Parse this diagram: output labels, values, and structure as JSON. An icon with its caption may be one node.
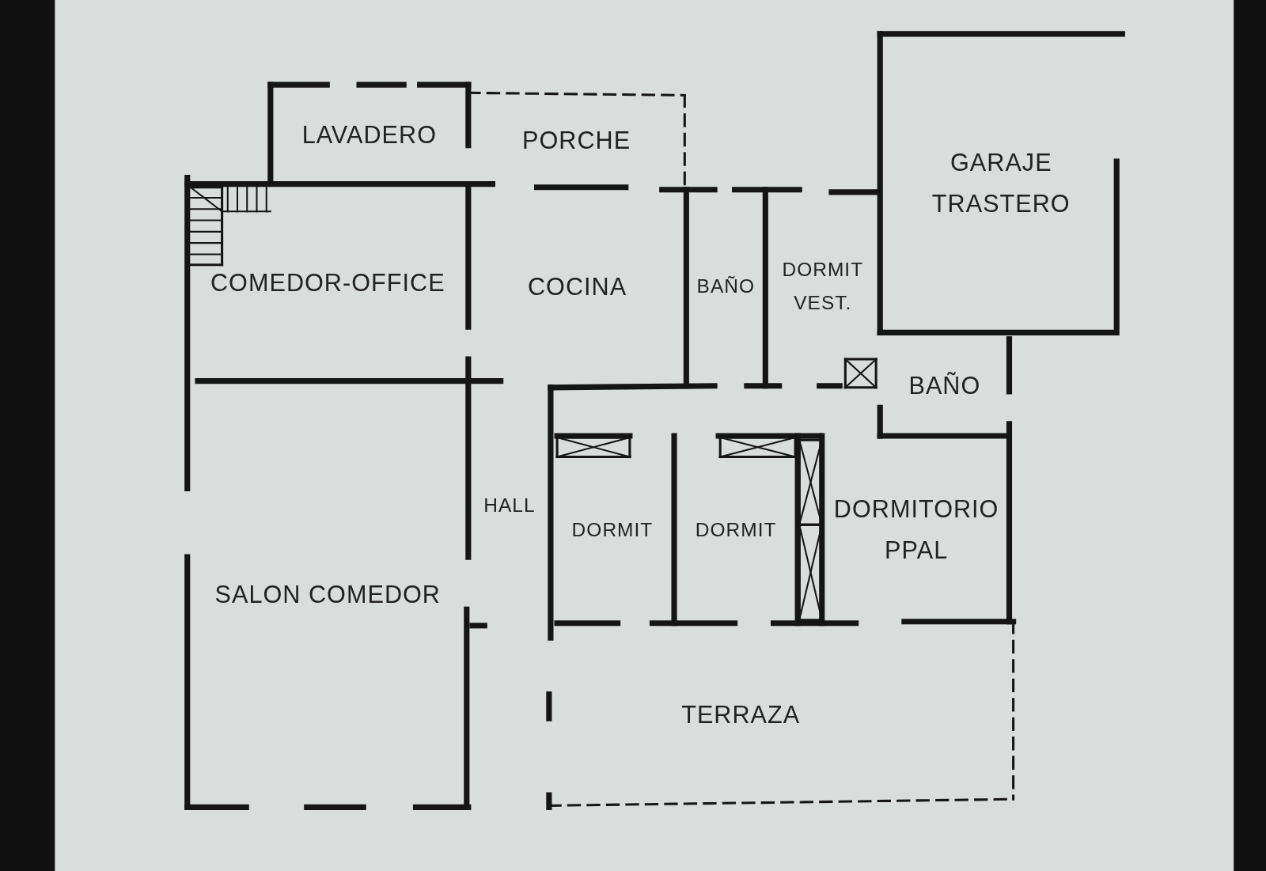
{
  "diagram": {
    "nodes": [
      {
        "text": [
          "LAVADERO"
        ]
      },
      {
        "text": [
          "PORCHE"
        ]
      },
      {
        "text": [
          "GARAJE TRASTERO"
        ]
      },
      {
        "text": [
          "COMEDOR-OFFICE"
        ]
      },
      {
        "text": [
          "COCINA"
        ]
      },
      {
        "text": [
          "BAÑO"
        ]
      },
      {
        "text": [
          "DORMIT VEST."
        ]
      },
      {
        "text": [
          "BAÑO"
        ]
      },
      {
        "text": [
          "SALON COMEDOR"
        ]
      },
      {
        "text": [
          "HALL"
        ]
      },
      {
        "text": [
          "DORMIT"
        ]
      },
      {
        "text": [
          "DORMIT"
        ]
      },
      {
        "text": [
          "DORMITORIO PPAL"
        ]
      },
      {
        "text": [
          "TERRAZA"
        ]
      }
    ]
  }
}
